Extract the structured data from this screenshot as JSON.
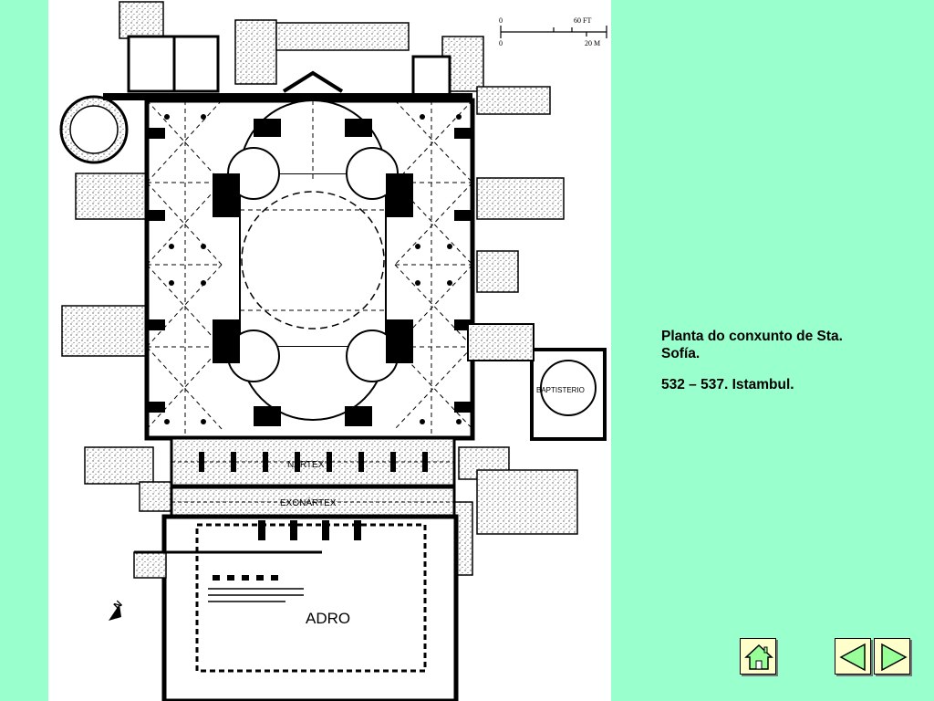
{
  "caption": {
    "title": "Planta do conxunto de Sta. Sofía.",
    "date": "532 – 537. Istambul."
  },
  "plan": {
    "labels": {
      "nartex": "NÁRTEX",
      "exonartex": "EXONÁRTEX",
      "adro": "ADRO",
      "baptisterio": "BAPTISTERIO",
      "north": "N"
    },
    "scale": {
      "zero_top": "0",
      "zero_bottom": "0",
      "feet": "60 FT",
      "meters": "20 M"
    }
  },
  "nav": {
    "home_icon": "home-icon",
    "prev_icon": "triangle-left-icon",
    "next_icon": "triangle-right-icon",
    "button_fill": "#ffffcc",
    "icon_fill": "#99ff99"
  },
  "colors": {
    "background": "#99ffcc",
    "plan_background": "#ffffff"
  }
}
